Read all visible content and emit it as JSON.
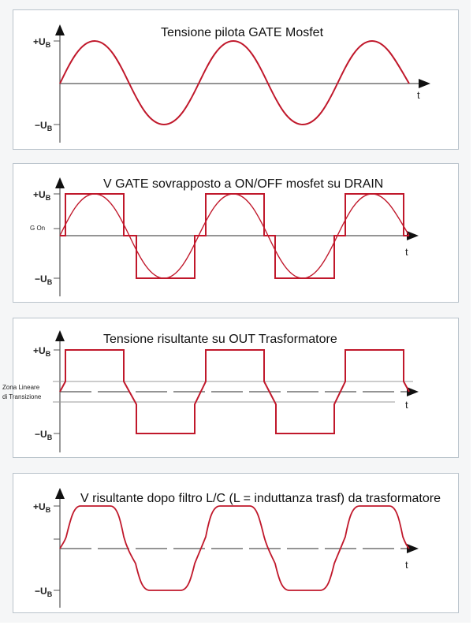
{
  "colors": {
    "signal": "#c0182b",
    "axis": "#555555",
    "panel_border": "#b9c3cb"
  },
  "axis_labels": {
    "pos": "+U",
    "neg": "−U",
    "sub": "B",
    "time": "t"
  },
  "panels": [
    {
      "title": "Tensione pilota GATE Mosfet"
    },
    {
      "title": "V GATE sovrapposto a ON/OFF mosfet su DRAIN",
      "marker": "G On"
    },
    {
      "title": "Tensione risultante su OUT Trasformatore",
      "zone_line1": "Zona Lineare",
      "zone_line2": "di Transizione"
    },
    {
      "title": "V risultante dopo filtro L/C (L = induttanza trasf) da trasformatore"
    }
  ],
  "chart_data": [
    {
      "type": "line",
      "title": "Tensione pilota GATE Mosfet",
      "xlabel": "t",
      "yticks": [
        "+UB",
        "-UB"
      ],
      "series": [
        {
          "name": "sine",
          "shape": "sinusoid",
          "periods": 2.5,
          "amplitude": "UB"
        }
      ]
    },
    {
      "type": "line",
      "title": "V GATE sovrapposto a ON/OFF mosfet su DRAIN",
      "xlabel": "t",
      "yticks": [
        "+UB",
        "G On",
        "-UB"
      ],
      "series": [
        {
          "name": "gate sine",
          "shape": "sinusoid"
        },
        {
          "name": "drain on/off",
          "shape": "square"
        }
      ]
    },
    {
      "type": "line",
      "title": "Tensione risultante su OUT Trasformatore",
      "xlabel": "t",
      "yticks": [
        "+UB",
        "Zona Lineare di Transizione",
        "-UB"
      ],
      "series": [
        {
          "name": "output",
          "shape": "trapezoid square"
        }
      ]
    },
    {
      "type": "line",
      "title": "V risultante dopo filtro L/C (L = induttanza trasf) da trasformatore",
      "xlabel": "t",
      "yticks": [
        "+UB",
        "-UB"
      ],
      "series": [
        {
          "name": "filtered",
          "shape": "smoothed trapezoid"
        }
      ]
    }
  ]
}
